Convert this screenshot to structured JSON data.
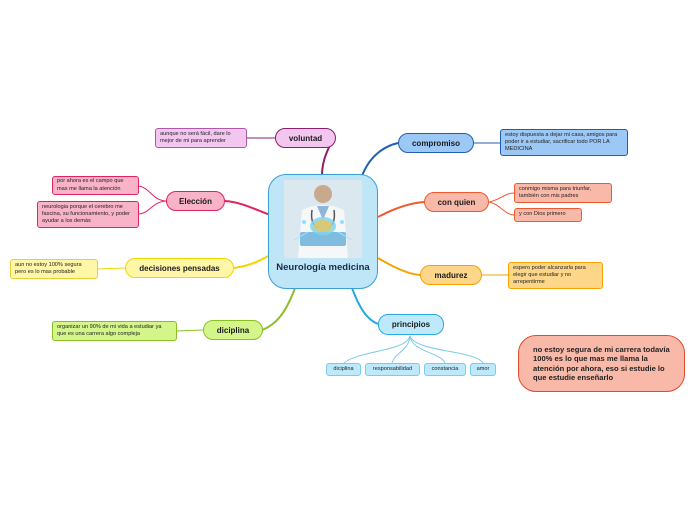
{
  "center": {
    "title": "Neurología medicina",
    "image": "doctor-brain-hologram"
  },
  "branches": {
    "voluntad": {
      "label": "voluntad",
      "leaves": [
        "aunque no será fácil, dare lo mejor de mi para aprender"
      ]
    },
    "eleccion": {
      "label": "Elección",
      "leaves": [
        "por ahora es el campo que mas me llama la atención",
        "neurologia porque el cerebro me fascina, su funcionamiento, y poder ayudar a los demás"
      ]
    },
    "decisiones": {
      "label": "decisiones pensadas",
      "leaves": [
        "aun no estoy 100% segura pero es lo mas probable"
      ]
    },
    "diciplina": {
      "label": "diciplina",
      "leaves": [
        "organizar un 90% de mi vida a estudiar ya que es una carrera algo compleja"
      ]
    },
    "compromiso": {
      "label": "compromiso",
      "leaves": [
        "estoy dispuesta a dejar mi casa, amigos para poder ir a estudiar, sacrificar todo POR LA MEDICINA"
      ]
    },
    "conquien": {
      "label": "con quien",
      "leaves": [
        "conmigo misma para triunfar, también con mis padres",
        "y con Dios primero"
      ]
    },
    "madurez": {
      "label": "madurez",
      "leaves": [
        "espero poder alcanzarla para elegir que estudiar y no arrepentirme"
      ]
    },
    "principios": {
      "label": "principios",
      "leaves": [
        "diciplina",
        "responsabilidad",
        "constancia",
        "amor"
      ]
    }
  },
  "note": "no estoy segura de mi carrera todavía 100% es lo que mas me llama la atención por ahora, eso si estudie lo que estudie enseñarlo",
  "colors": {
    "voluntad": "#8a1f6a",
    "eleccion": "#e0245e",
    "decisiones": "#f2d600",
    "diciplina": "#8cbf26",
    "compromiso": "#1f5fb0",
    "conquien": "#ee5a2f",
    "madurez": "#f4a300",
    "principios": "#2aa8e0"
  }
}
